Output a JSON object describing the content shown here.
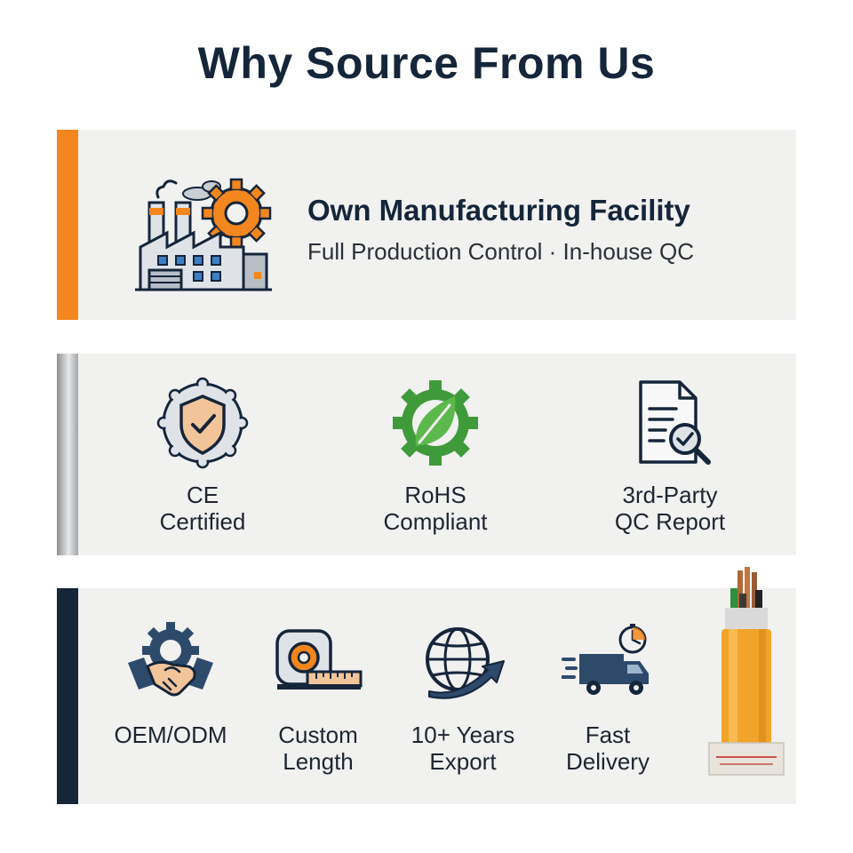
{
  "title": "Why Source From Us",
  "facility": {
    "heading": "Own Manufacturing Facility",
    "subheading": "Full Production Control · In-house QC"
  },
  "certifications": [
    {
      "line1": "CE",
      "line2": "Certified",
      "icon": "shield-check-icon"
    },
    {
      "line1": "RoHS",
      "line2": "Compliant",
      "icon": "leaf-gear-icon"
    },
    {
      "line1": "3rd-Party",
      "line2": "QC Report",
      "icon": "document-magnifier-icon"
    }
  ],
  "features": [
    {
      "line1": "OEM/ODM",
      "line2": "",
      "icon": "handshake-gear-icon"
    },
    {
      "line1": "Custom",
      "line2": "Length",
      "icon": "tape-measure-icon"
    },
    {
      "line1": "10+ Years",
      "line2": "Export",
      "icon": "globe-arrow-icon"
    },
    {
      "line1": "Fast",
      "line2": "Delivery",
      "icon": "delivery-truck-icon"
    }
  ],
  "colors": {
    "navy": "#15253a",
    "orange": "#f3861d",
    "green": "#3f9b3a",
    "panel": "#f1f1f0"
  }
}
